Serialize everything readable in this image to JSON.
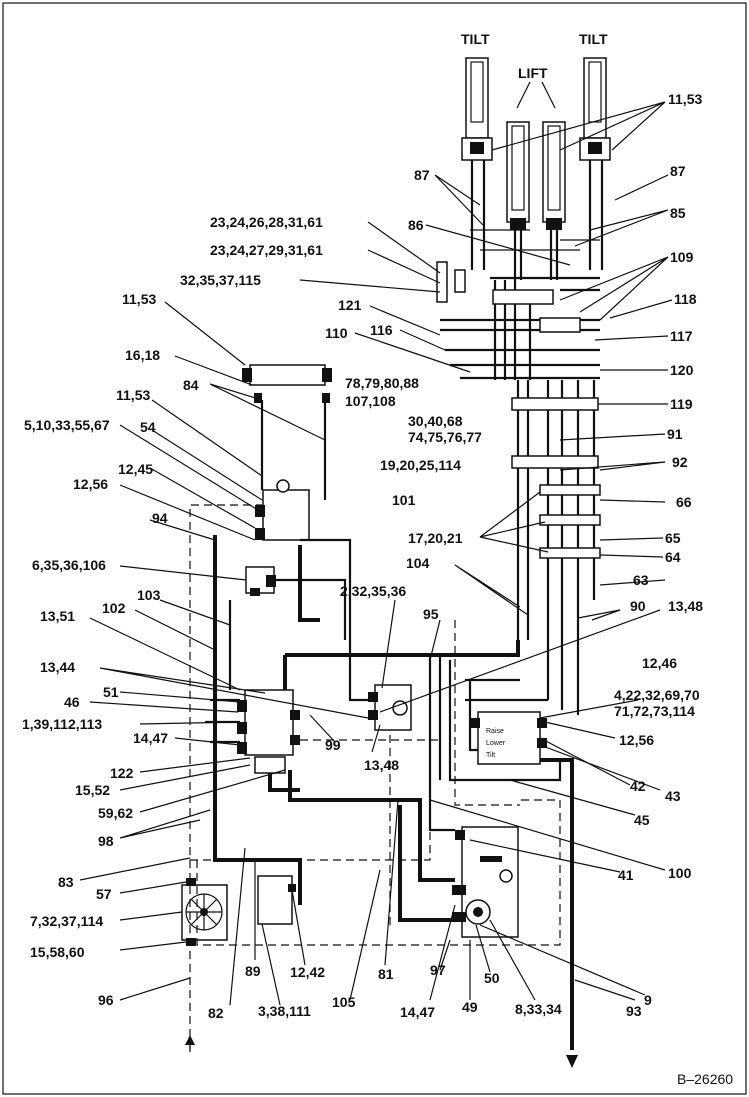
{
  "diagram": {
    "tilt_left": "TILT",
    "tilt_right": "TILT",
    "lift": "LIFT",
    "figure_ref": "B–26260",
    "labels": {
      "l11_53_top": "11,53",
      "l87_left": "87",
      "l87_right": "87",
      "l85": "85",
      "l86": "86",
      "l109": "109",
      "l118": "118",
      "l117": "117",
      "l120": "120",
      "l119": "119",
      "l23a": "23,24,26,28,31,61",
      "l23b": "23,24,27,29,31,61",
      "l32": "32,35,37,115",
      "l11_53_mid": "11,53",
      "l121": "121",
      "l116": "116",
      "l110": "110",
      "l78": "78,79,80,88",
      "l107": "107,108",
      "l16_18": "16,18",
      "l84": "84",
      "l11_53_low": "11,53",
      "l5": "5,10,33,55,67",
      "l54": "54",
      "l12_45": "12,45",
      "l12_56": "12,56",
      "l30": "30,40,68",
      "l74": "74,75,76,77",
      "l91": "91",
      "l19": "19,20,25,114",
      "l92": "92",
      "l66": "66",
      "l101": "101",
      "l94": "94",
      "l17": "17,20,21",
      "l65": "65",
      "l64": "64",
      "l104": "104",
      "l63": "63",
      "l6": "6,35,36,106",
      "l2": "2,32,35,36",
      "l90": "90",
      "l13_48_r": "13,48",
      "l103": "103",
      "l13_51": "13,51",
      "l102": "102",
      "l95": "95",
      "l13_44": "13,44",
      "l12_46": "12,46",
      "l51": "51",
      "l46": "46",
      "l4": "4,22,32,69,70",
      "l71": "71,72,73,114",
      "l1": "1,39,112,113",
      "l14_47_l": "14,47",
      "l99": "99",
      "l12_56_r": "12,56",
      "l13_48_m": "13,48",
      "l122": "122",
      "l15_52": "15,52",
      "l42": "42",
      "l43": "43",
      "l59": "59,62",
      "l45": "45",
      "l98": "98",
      "l100": "100",
      "l83": "83",
      "l41": "41",
      "l57": "57",
      "l7": "7,32,37,114",
      "l15_58": "15,58,60",
      "l89": "89",
      "l12_42": "12,42",
      "l81": "81",
      "l97": "97",
      "l9": "9",
      "l96": "96",
      "l82": "82",
      "l3": "3,38,111",
      "l105": "105",
      "l14_47_b": "14,47",
      "l49": "49",
      "l50": "50",
      "l8": "8,33,34",
      "l93": "93"
    }
  }
}
